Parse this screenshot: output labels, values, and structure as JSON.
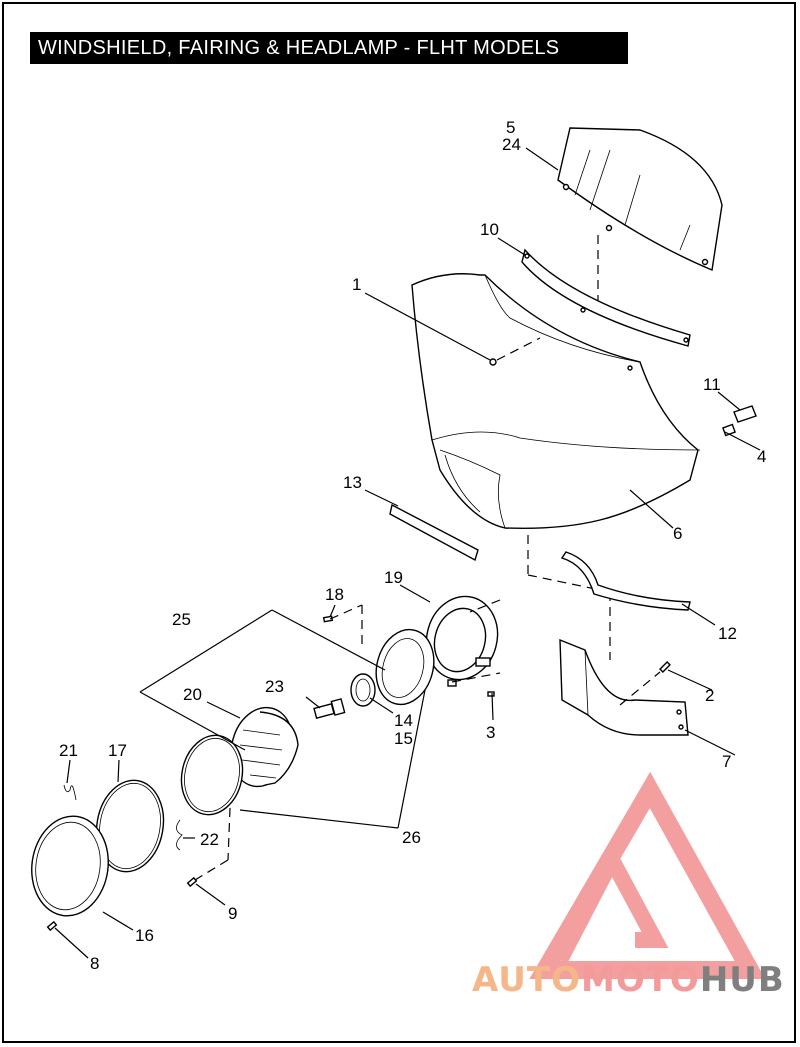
{
  "title": "WINDSHIELD, FAIRING & HEADLAMP - FLHT MODELS",
  "callouts": [
    "1",
    "2",
    "3",
    "4",
    "5",
    "24",
    "6",
    "7",
    "8",
    "9",
    "10",
    "11",
    "12",
    "13",
    "26",
    "14",
    "15",
    "16",
    "17",
    "18",
    "19",
    "20",
    "21",
    "22",
    "23",
    "25"
  ],
  "logo": {
    "part1": "AUTO",
    "part2": "MOTO",
    "part3": "HUB",
    "colors": {
      "auto": "#f5b78a",
      "moto": "#f39a9a",
      "hub": "#7f7f7f",
      "triangle": "#f08080"
    }
  }
}
